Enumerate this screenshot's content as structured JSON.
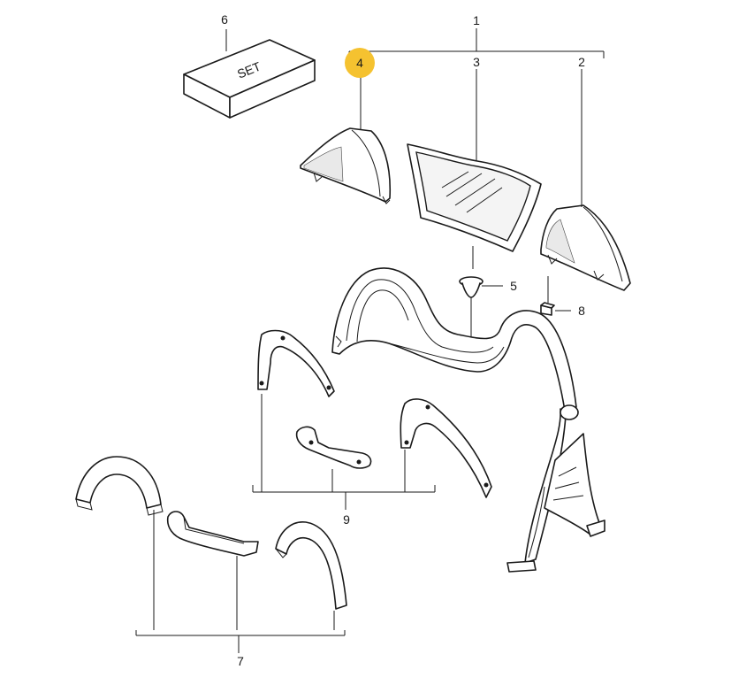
{
  "diagram": {
    "callouts": {
      "c1": "1",
      "c2": "2",
      "c3": "3",
      "c4": "4",
      "c5": "5",
      "c6": "6",
      "c7": "7",
      "c8": "8",
      "c9": "9"
    },
    "box_label": "SET",
    "highlight_color": "#f5c230",
    "line_color": "#1a1a1a"
  }
}
